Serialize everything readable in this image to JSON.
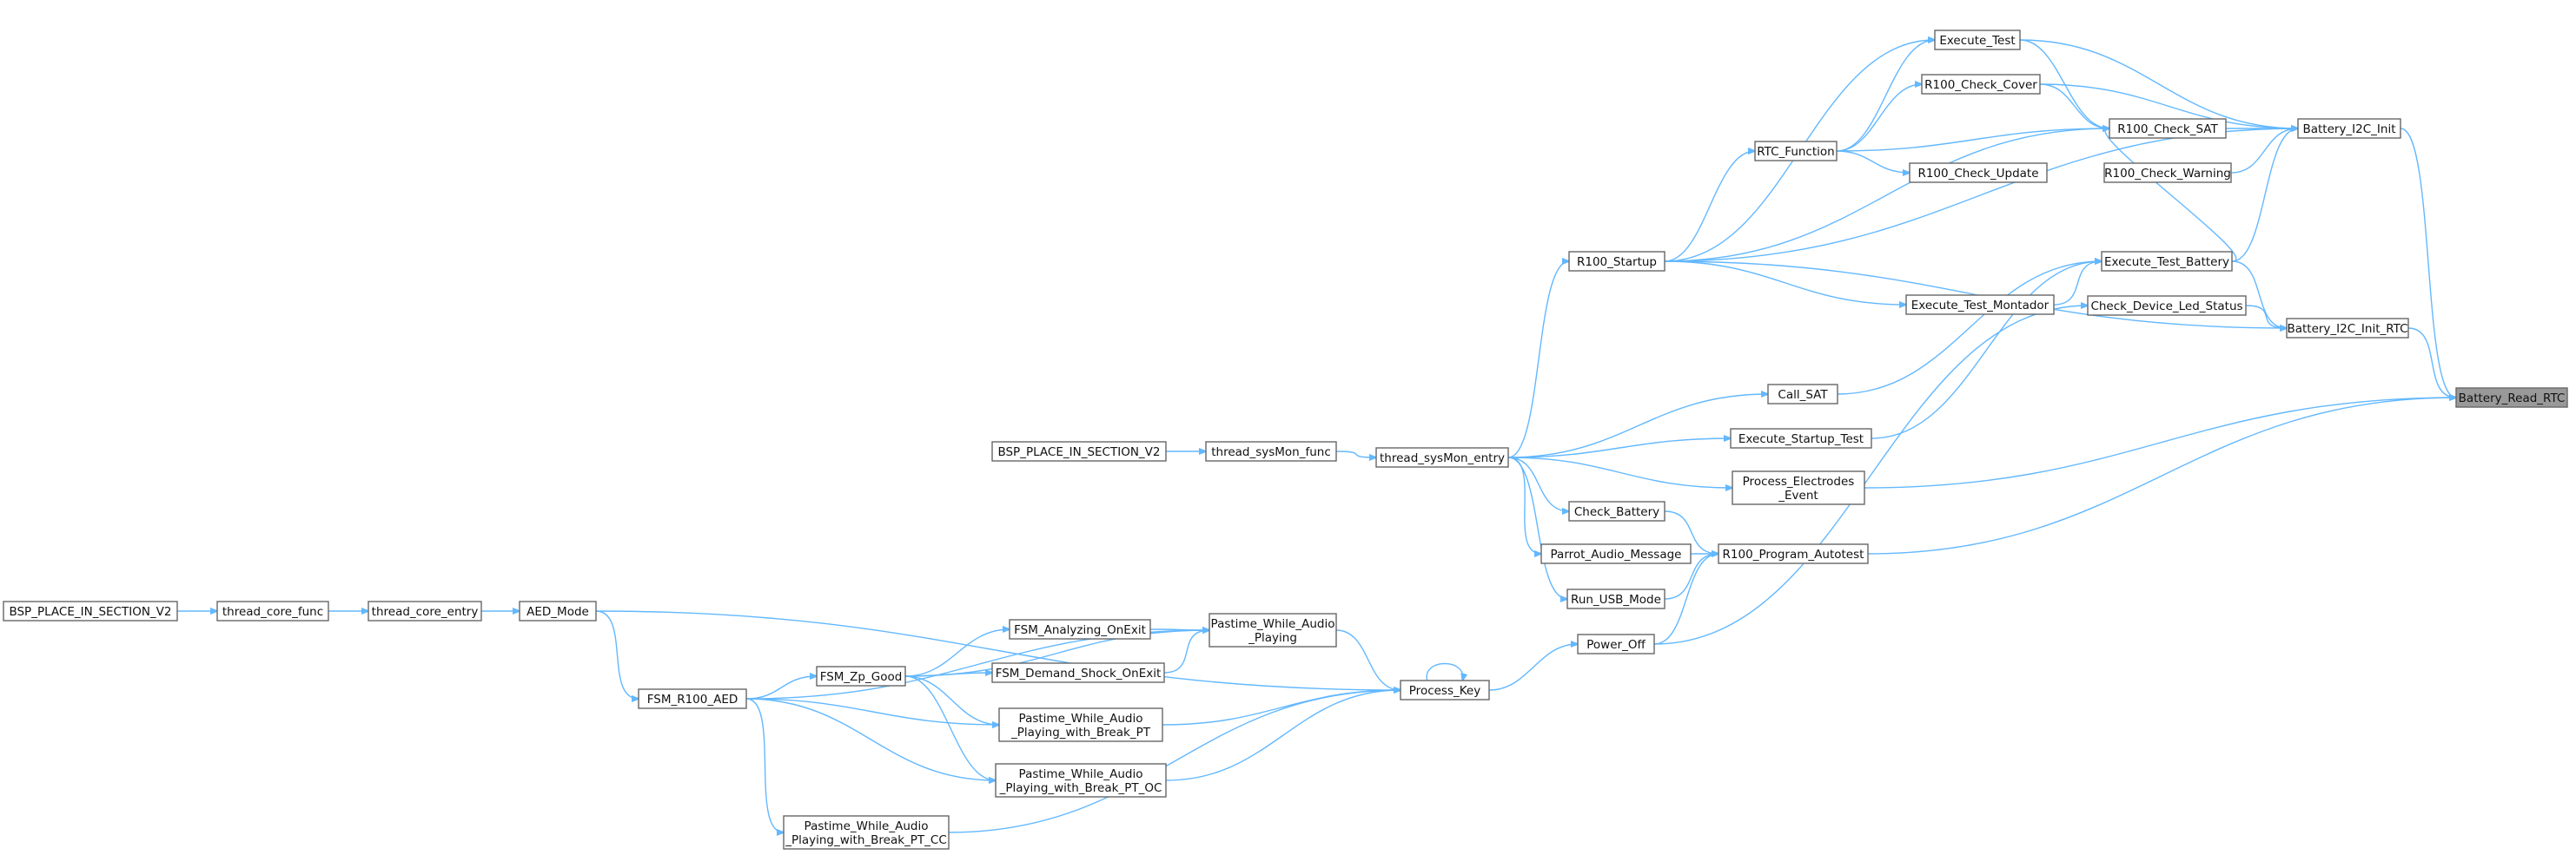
{
  "diagram": {
    "type": "call-graph",
    "colors": {
      "edge": "#63b8ff",
      "node_border": "#666666",
      "node_fill": "#ffffff",
      "root_fill": "#999999"
    },
    "nodes": [
      {
        "id": "battery_read_rtc",
        "lines": [
          "Battery_Read_RTC"
        ],
        "root": true
      },
      {
        "id": "battery_i2c_init",
        "lines": [
          "Battery_I2C_Init"
        ]
      },
      {
        "id": "battery_i2c_init_rtc",
        "lines": [
          "Battery_I2C_Init_RTC"
        ]
      },
      {
        "id": "execute_test",
        "lines": [
          "Execute_Test"
        ]
      },
      {
        "id": "r100_check_cover",
        "lines": [
          "R100_Check_Cover"
        ]
      },
      {
        "id": "r100_check_sat",
        "lines": [
          "R100_Check_SAT"
        ]
      },
      {
        "id": "rtc_function",
        "lines": [
          "RTC_Function"
        ]
      },
      {
        "id": "r100_check_update",
        "lines": [
          "R100_Check_Update"
        ]
      },
      {
        "id": "r100_check_warning",
        "lines": [
          "R100_Check_Warning"
        ]
      },
      {
        "id": "r100_startup",
        "lines": [
          "R100_Startup"
        ]
      },
      {
        "id": "execute_test_battery",
        "lines": [
          "Execute_Test_Battery"
        ]
      },
      {
        "id": "execute_test_montador",
        "lines": [
          "Execute_Test_Montador"
        ]
      },
      {
        "id": "check_device_led_status",
        "lines": [
          "Check_Device_Led_Status"
        ]
      },
      {
        "id": "call_sat",
        "lines": [
          "Call_SAT"
        ]
      },
      {
        "id": "execute_startup_test",
        "lines": [
          "Execute_Startup_Test"
        ]
      },
      {
        "id": "bsp_place_sysmon",
        "lines": [
          "BSP_PLACE_IN_SECTION_V2"
        ]
      },
      {
        "id": "thread_sysmon_func",
        "lines": [
          "thread_sysMon_func"
        ]
      },
      {
        "id": "thread_sysmon_entry",
        "lines": [
          "thread_sysMon_entry"
        ]
      },
      {
        "id": "process_electrodes_event",
        "lines": [
          "Process_Electrodes",
          "_Event"
        ]
      },
      {
        "id": "check_battery",
        "lines": [
          "Check_Battery"
        ]
      },
      {
        "id": "parrot_audio_message",
        "lines": [
          "Parrot_Audio_Message"
        ]
      },
      {
        "id": "r100_program_autotest",
        "lines": [
          "R100_Program_Autotest"
        ]
      },
      {
        "id": "run_usb_mode",
        "lines": [
          "Run_USB_Mode"
        ]
      },
      {
        "id": "power_off",
        "lines": [
          "Power_Off"
        ]
      },
      {
        "id": "bsp_place_core",
        "lines": [
          "BSP_PLACE_IN_SECTION_V2"
        ]
      },
      {
        "id": "thread_core_func",
        "lines": [
          "thread_core_func"
        ]
      },
      {
        "id": "thread_core_entry",
        "lines": [
          "thread_core_entry"
        ]
      },
      {
        "id": "aed_mode",
        "lines": [
          "AED_Mode"
        ]
      },
      {
        "id": "pastime_while_audio_playing",
        "lines": [
          "Pastime_While_Audio",
          "_Playing"
        ]
      },
      {
        "id": "fsm_analyzing_onexit",
        "lines": [
          "FSM_Analyzing_OnExit"
        ]
      },
      {
        "id": "fsm_zp_good",
        "lines": [
          "FSM_Zp_Good"
        ]
      },
      {
        "id": "fsm_demand_shock_onexit",
        "lines": [
          "FSM_Demand_Shock_OnExit"
        ]
      },
      {
        "id": "fsm_r100_aed",
        "lines": [
          "FSM_R100_AED"
        ]
      },
      {
        "id": "process_key",
        "lines": [
          "Process_Key"
        ]
      },
      {
        "id": "pastime_break_pt",
        "lines": [
          "Pastime_While_Audio",
          "_Playing_with_Break_PT"
        ]
      },
      {
        "id": "pastime_break_pt_oc",
        "lines": [
          "Pastime_While_Audio",
          "_Playing_with_Break_PT_OC"
        ]
      },
      {
        "id": "pastime_break_pt_cc",
        "lines": [
          "Pastime_While_Audio",
          "_Playing_with_Break_PT_CC"
        ]
      }
    ],
    "edges": [
      [
        "battery_i2c_init",
        "battery_read_rtc"
      ],
      [
        "battery_i2c_init_rtc",
        "battery_read_rtc"
      ],
      [
        "process_electrodes_event",
        "battery_read_rtc"
      ],
      [
        "r100_program_autotest",
        "battery_read_rtc"
      ],
      [
        "execute_test",
        "battery_i2c_init"
      ],
      [
        "r100_check_cover",
        "battery_i2c_init"
      ],
      [
        "r100_check_sat",
        "battery_i2c_init"
      ],
      [
        "r100_check_warning",
        "battery_i2c_init"
      ],
      [
        "r100_startup",
        "battery_i2c_init"
      ],
      [
        "execute_test_battery",
        "battery_i2c_init"
      ],
      [
        "check_device_led_status",
        "battery_i2c_init_rtc"
      ],
      [
        "r100_startup",
        "battery_i2c_init_rtc"
      ],
      [
        "execute_test_battery",
        "battery_i2c_init_rtc"
      ],
      [
        "execute_test",
        "r100_check_sat"
      ],
      [
        "r100_check_cover",
        "r100_check_sat"
      ],
      [
        "rtc_function",
        "r100_check_sat"
      ],
      [
        "r100_startup",
        "r100_check_sat"
      ],
      [
        "execute_test_battery",
        "r100_check_sat"
      ],
      [
        "rtc_function",
        "r100_check_cover"
      ],
      [
        "rtc_function",
        "r100_check_update"
      ],
      [
        "r100_startup",
        "rtc_function"
      ],
      [
        "r100_startup",
        "execute_test"
      ],
      [
        "r100_startup",
        "execute_test_montador"
      ],
      [
        "execute_test_montador",
        "execute_test_battery"
      ],
      [
        "call_sat",
        "execute_test_battery"
      ],
      [
        "execute_startup_test",
        "execute_test_battery"
      ],
      [
        "rtc_function",
        "execute_test"
      ],
      [
        "thread_sysmon_entry",
        "r100_startup"
      ],
      [
        "thread_sysmon_entry",
        "call_sat"
      ],
      [
        "thread_sysmon_entry",
        "execute_startup_test"
      ],
      [
        "thread_sysmon_entry",
        "process_electrodes_event"
      ],
      [
        "thread_sysmon_entry",
        "check_battery"
      ],
      [
        "thread_sysmon_entry",
        "parrot_audio_message"
      ],
      [
        "thread_sysmon_entry",
        "run_usb_mode"
      ],
      [
        "check_battery",
        "r100_program_autotest"
      ],
      [
        "parrot_audio_message",
        "r100_program_autotest"
      ],
      [
        "run_usb_mode",
        "r100_program_autotest"
      ],
      [
        "power_off",
        "r100_program_autotest"
      ],
      [
        "power_off",
        "check_device_led_status"
      ],
      [
        "process_key",
        "power_off"
      ],
      [
        "bsp_place_sysmon",
        "thread_sysmon_func"
      ],
      [
        "thread_sysmon_func",
        "thread_sysmon_entry"
      ],
      [
        "bsp_place_core",
        "thread_core_func"
      ],
      [
        "thread_core_func",
        "thread_core_entry"
      ],
      [
        "thread_core_entry",
        "aed_mode"
      ],
      [
        "aed_mode",
        "fsm_r100_aed"
      ],
      [
        "aed_mode",
        "process_key"
      ],
      [
        "fsm_r100_aed",
        "fsm_zp_good"
      ],
      [
        "fsm_r100_aed",
        "pastime_while_audio_playing"
      ],
      [
        "fsm_r100_aed",
        "pastime_break_pt"
      ],
      [
        "fsm_r100_aed",
        "pastime_break_pt_oc"
      ],
      [
        "fsm_r100_aed",
        "pastime_break_pt_cc"
      ],
      [
        "fsm_zp_good",
        "fsm_analyzing_onexit"
      ],
      [
        "fsm_zp_good",
        "fsm_demand_shock_onexit"
      ],
      [
        "fsm_zp_good",
        "pastime_while_audio_playing"
      ],
      [
        "fsm_zp_good",
        "pastime_break_pt"
      ],
      [
        "fsm_zp_good",
        "pastime_break_pt_oc"
      ],
      [
        "fsm_analyzing_onexit",
        "pastime_while_audio_playing"
      ],
      [
        "fsm_demand_shock_onexit",
        "pastime_while_audio_playing"
      ],
      [
        "pastime_while_audio_playing",
        "process_key"
      ],
      [
        "pastime_break_pt",
        "process_key"
      ],
      [
        "pastime_break_pt_oc",
        "process_key"
      ],
      [
        "pastime_break_pt_cc",
        "process_key"
      ],
      [
        "process_key",
        "process_key"
      ]
    ]
  }
}
